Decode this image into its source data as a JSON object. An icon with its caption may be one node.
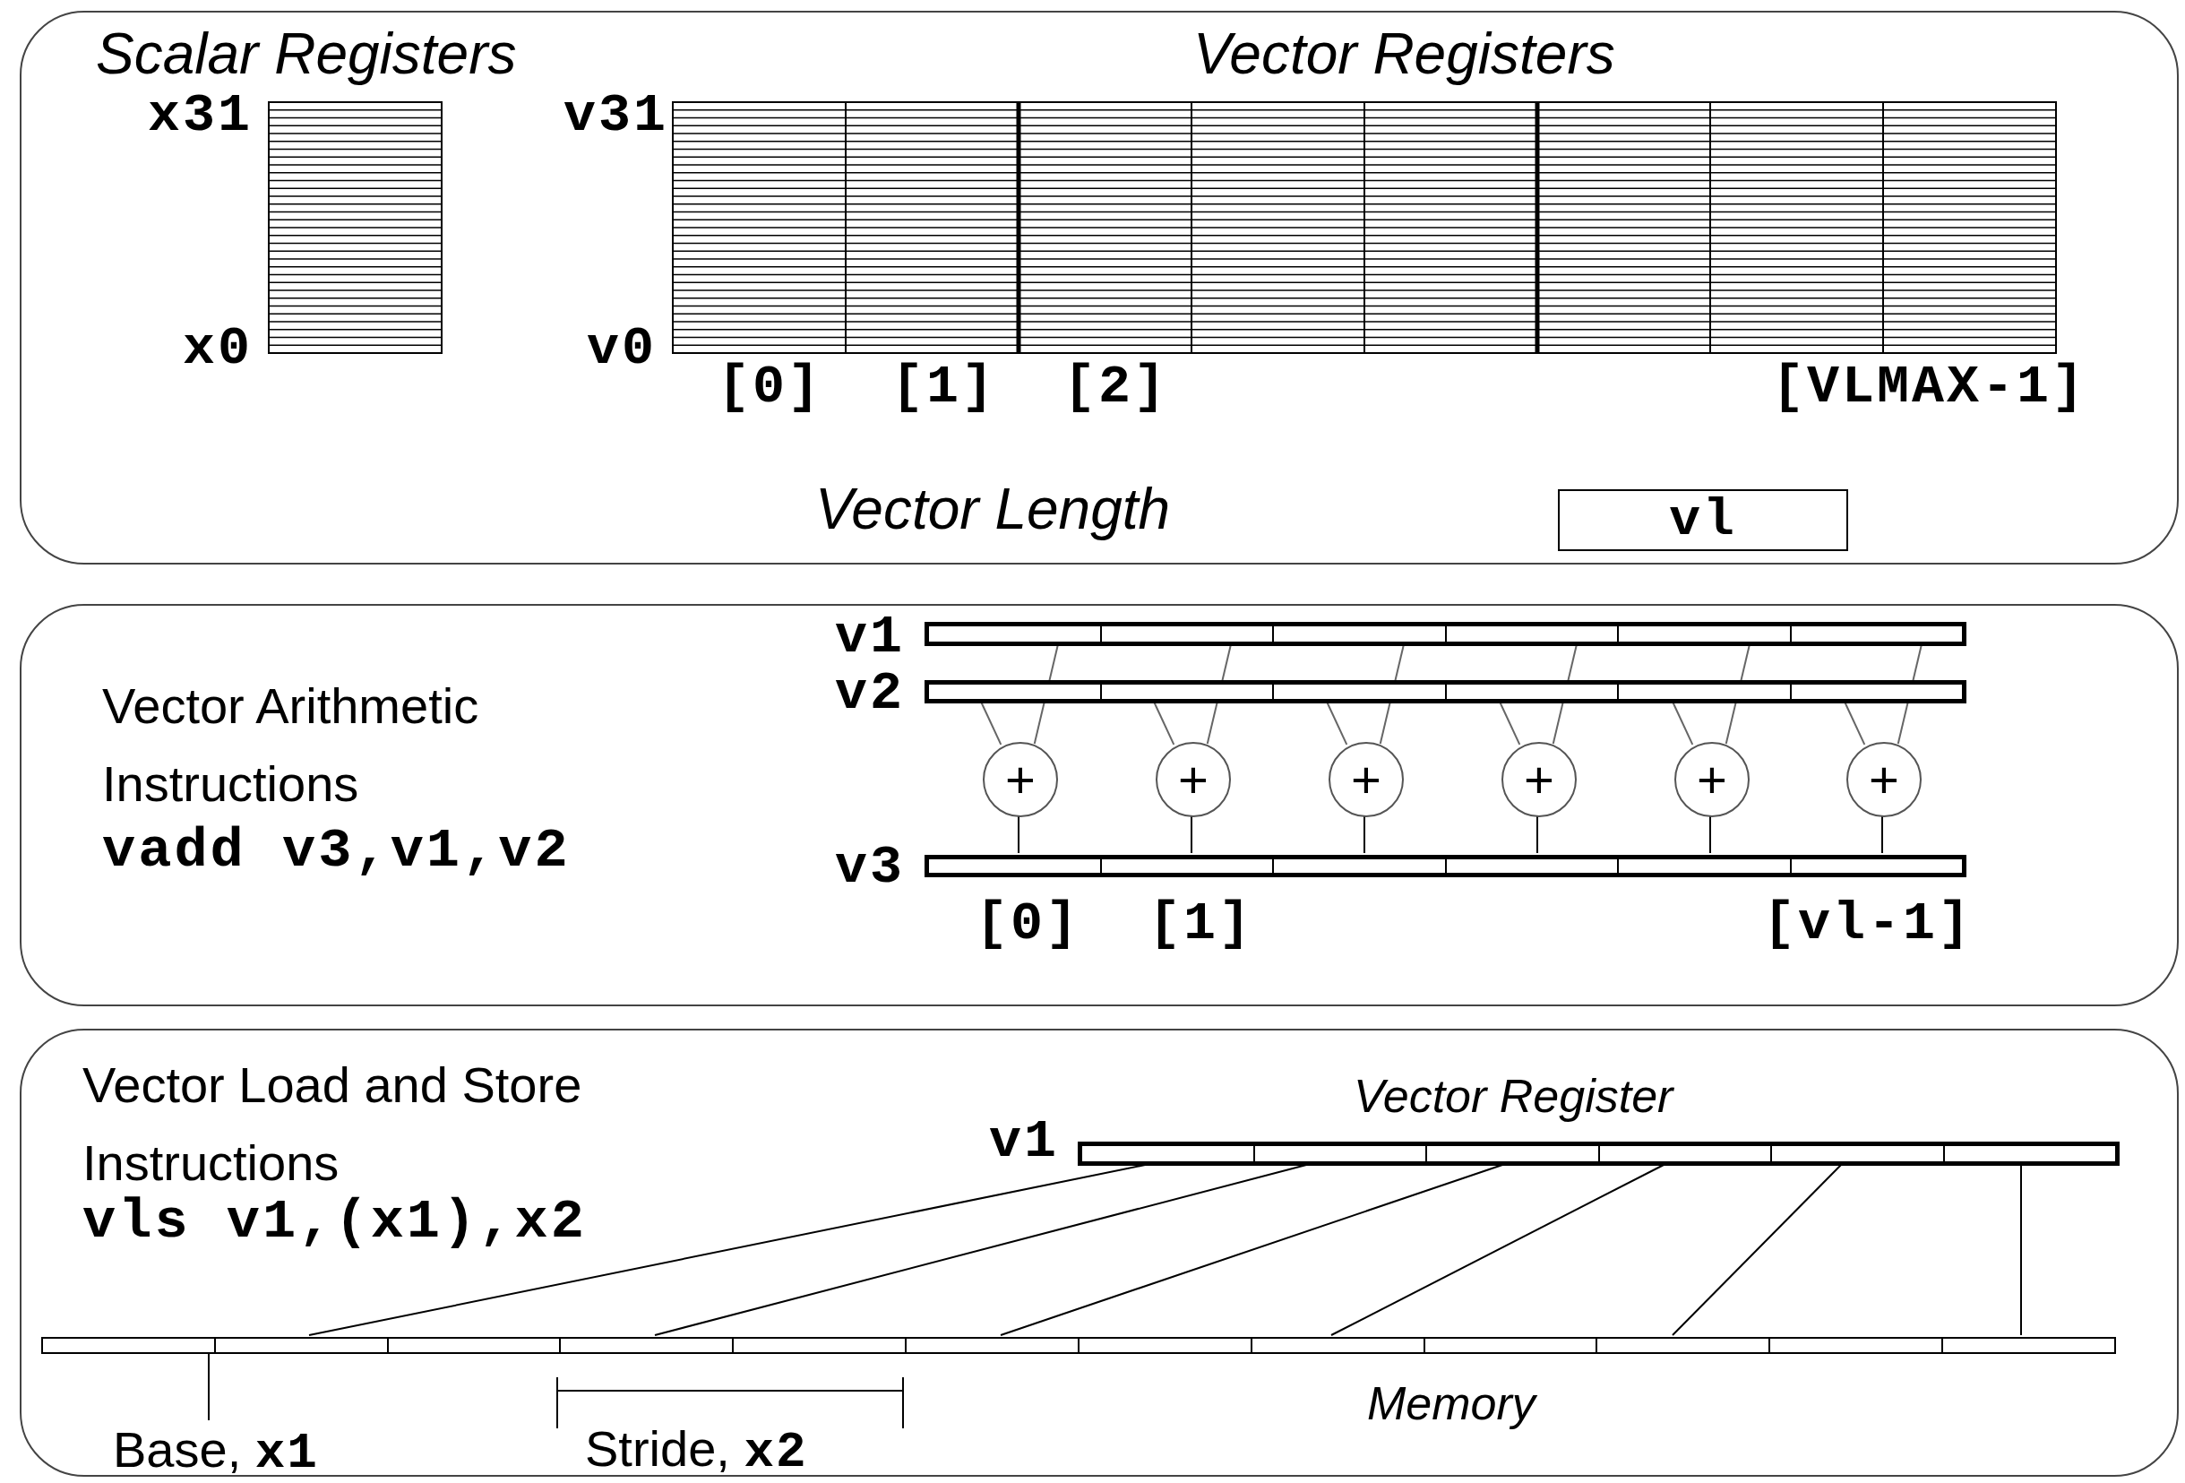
{
  "diagram": {
    "nodes": [
      {
        "text": [
          "Scalar Registers",
          "Vector Registers"
        ]
      },
      {
        "text": [
          "vl"
        ],
        "in": 0
      },
      {
        "text": [
          "Vector Arithmetic Instructions",
          "vadd v3,v1,v2"
        ]
      },
      {
        "text": [],
        "shape": "bar",
        "in": 2,
        "beside": [
          "v1"
        ]
      },
      {
        "text": [],
        "shape": "bar",
        "in": 2,
        "beside": [
          "v2"
        ]
      },
      {
        "text": [
          "+"
        ],
        "in": 2
      },
      {
        "text": [
          "+"
        ],
        "in": 2
      },
      {
        "text": [
          "+"
        ],
        "in": 2
      },
      {
        "text": [
          "+"
        ],
        "in": 2
      },
      {
        "text": [
          "+"
        ],
        "in": 2
      },
      {
        "text": [
          "+"
        ],
        "in": 2
      },
      {
        "text": [],
        "shape": "bar",
        "in": 2,
        "beside": [
          "v3"
        ]
      },
      {
        "text": [
          "Vector Load and Store Instructions",
          "vls v1,(x1),x2"
        ]
      },
      {
        "text": [],
        "shape": "bar",
        "in": 12,
        "beside": [
          "v1",
          "Vector Register"
        ]
      },
      {
        "text": [],
        "shape": "bar",
        "in": 12,
        "beside": [
          "Memory"
        ]
      },
      {
        "text": [
          "Base, **x1**"
        ],
        "in": 12
      }
    ],
    "edges": [
      {
        "from": 3,
        "to": 5,
        "arrow": "none",
        "color": "#666666"
      },
      {
        "from": 4,
        "to": 5,
        "arrow": "none",
        "color": "#666666"
      },
      {
        "from": 5,
        "to": 11,
        "arrow": "none"
      },
      {
        "from": 3,
        "to": 6,
        "arrow": "none",
        "color": "#666666"
      },
      {
        "from": 4,
        "to": 6,
        "arrow": "none",
        "color": "#666666"
      },
      {
        "from": 6,
        "to": 11,
        "arrow": "none"
      },
      {
        "from": 3,
        "to": 7,
        "arrow": "none",
        "color": "#666666"
      },
      {
        "from": 4,
        "to": 7,
        "arrow": "none",
        "color": "#666666"
      },
      {
        "from": 7,
        "to": 11,
        "arrow": "none"
      },
      {
        "from": 3,
        "to": 8,
        "arrow": "none",
        "color": "#666666"
      },
      {
        "from": 4,
        "to": 8,
        "arrow": "none",
        "color": "#666666"
      },
      {
        "from": 8,
        "to": 11,
        "arrow": "none"
      },
      {
        "from": 3,
        "to": 9,
        "arrow": "none",
        "color": "#666666"
      },
      {
        "from": 4,
        "to": 9,
        "arrow": "none",
        "color": "#666666"
      },
      {
        "from": 9,
        "to": 11,
        "arrow": "none"
      },
      {
        "from": 3,
        "to": 10,
        "arrow": "none",
        "color": "#666666"
      },
      {
        "from": 4,
        "to": 10,
        "arrow": "none",
        "color": "#666666"
      },
      {
        "from": 10,
        "to": 11,
        "arrow": "none"
      },
      {
        "from": 13,
        "to": 14,
        "arrow": "none"
      },
      {
        "from": 13,
        "to": 14,
        "arrow": "none"
      },
      {
        "from": 13,
        "to": 14,
        "arrow": "none"
      },
      {
        "from": 13,
        "to": 14,
        "arrow": "none"
      },
      {
        "from": 13,
        "to": 14,
        "arrow": "none"
      },
      {
        "from": 13,
        "to": 14,
        "arrow": "none"
      },
      {
        "from": 15,
        "to": 14,
        "arrow": "none"
      }
    ],
    "labels": [
      "x31",
      "x0",
      "v31",
      "v0",
      "[0]",
      "[1]",
      "[2]",
      "[VLMAX-1]",
      "Vector Length",
      "[0]",
      "[1]",
      "[vl-1]",
      "Stride, **x2**"
    ]
  }
}
